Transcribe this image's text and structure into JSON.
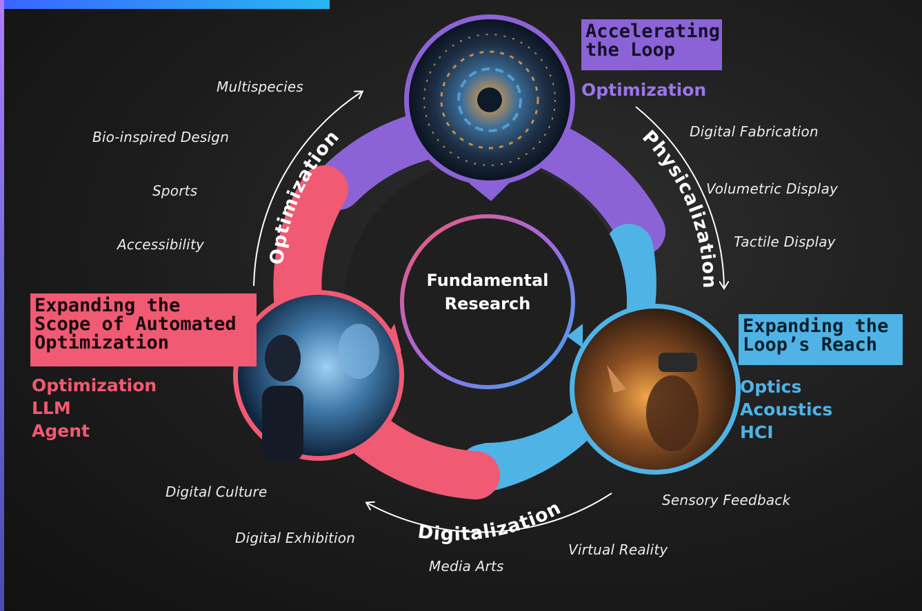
{
  "center": {
    "label_line1": "Fundamental",
    "label_line2": "Research"
  },
  "arcs": {
    "top_left": "Optimization",
    "top_right": "Physicalization",
    "bottom": "Digitalization"
  },
  "nodes": {
    "top": {
      "title_line1": "Accelerating",
      "title_line2": "the Loop",
      "keywords": [
        "Optimization"
      ],
      "color": "#8b63d6"
    },
    "left": {
      "title_line1": "Expanding the",
      "title_line2": "Scope of Automated",
      "title_line3": "Optimization",
      "keywords": [
        "Optimization",
        "LLM",
        "Agent"
      ],
      "color": "#f05a72"
    },
    "right": {
      "title_line1": "Expanding the",
      "title_line2": "Loop’s Reach",
      "keywords": [
        "Optics",
        "Acoustics",
        "HCI"
      ],
      "color": "#4fb3e6"
    }
  },
  "applications": {
    "optimization": [
      "Multispecies",
      "Bio-inspired Design",
      "Sports",
      "Accessibility"
    ],
    "physicalization": [
      "Digital Fabrication",
      "Volumetric Display",
      "Tactile Display"
    ],
    "digitalization_right": [
      "Sensory Feedback",
      "Virtual Reality"
    ],
    "digitalization_bottom": [
      "Media Arts",
      "Digital Exhibition",
      "Digital Culture"
    ]
  }
}
